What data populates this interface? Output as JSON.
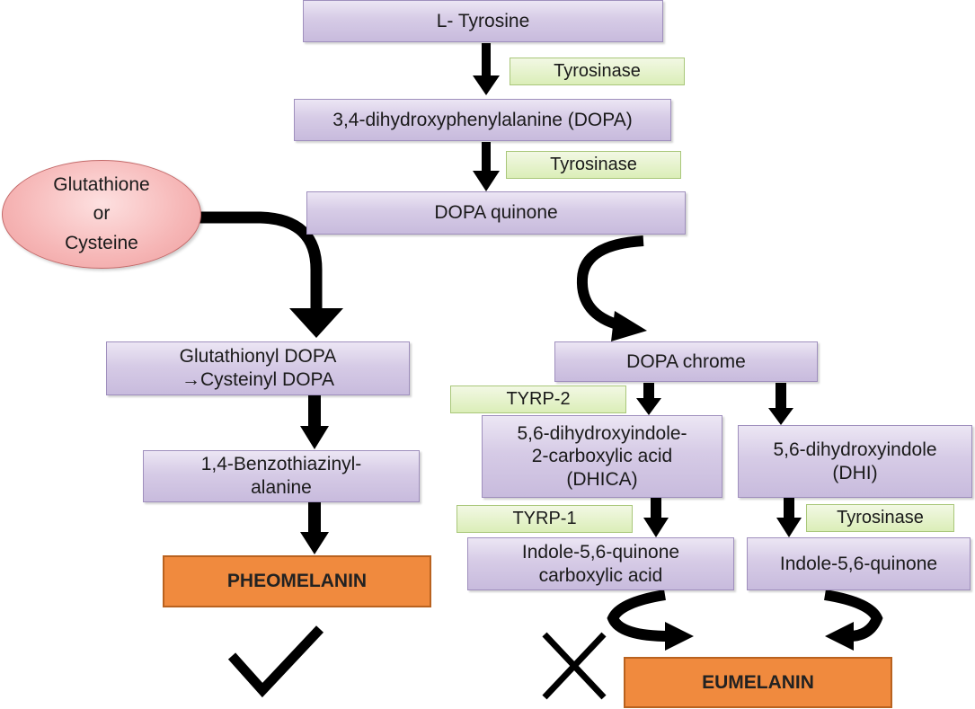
{
  "nodes": {
    "tyrosine": "L- Tyrosine",
    "dopa": "3,4-dihydroxyphenylalanine (DOPA)",
    "dopa_quinone": "DOPA quinone",
    "glutathione_cysteine": [
      "Glutathione",
      "or",
      "Cysteine"
    ],
    "glutathionyl_dopa": [
      "Glutathionyl DOPA",
      "→Cysteinyl DOPA"
    ],
    "benzothiazinyl": [
      "1,4-Benzothiazinyl-",
      "alanine"
    ],
    "pheomelanin": "PHEOMELANIN",
    "dopa_chrome": "DOPA chrome",
    "dhica": [
      "5,6-dihydroxyindole-",
      "2-carboxylic acid",
      "(DHICA)"
    ],
    "dhi": [
      "5,6-dihydroxyindole",
      "(DHI)"
    ],
    "indole_quinone_carboxylic": [
      "Indole-5,6-quinone",
      "carboxylic acid"
    ],
    "indole_quinone": "Indole-5,6-quinone",
    "eumelanin": "EUMELANIN"
  },
  "enzymes": {
    "tyrosinase_1": "Tyrosinase",
    "tyrosinase_2": "Tyrosinase",
    "tyrp2": "TYRP-2",
    "tyrp1": "TYRP-1",
    "tyrosinase_3": "Tyrosinase"
  },
  "marks": {
    "pheomelanin_mark": "check-icon",
    "eumelanin_mark": "cross-icon"
  },
  "colors": {
    "molecule_box": "#d6cbe6",
    "enzyme_box": "#dbeeb8",
    "product_box": "#f08a3e",
    "reagent_oval": "#f6b6b6",
    "arrow": "#000000"
  }
}
